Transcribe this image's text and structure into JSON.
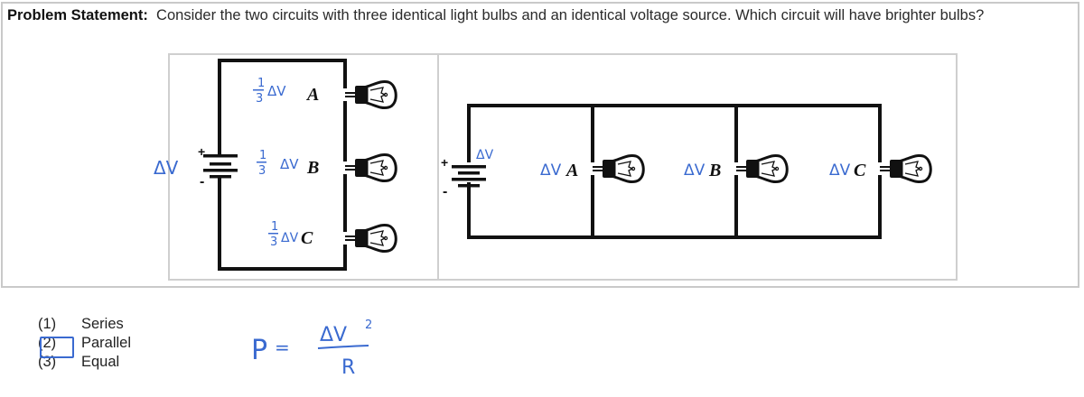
{
  "problem": {
    "label": "Problem Statement:",
    "text": "Consider the two circuits with three identical light bulbs and an identical voltage source. Which circuit will have brighter bulbs?"
  },
  "series_circuit": {
    "source_annotation": "ΔV",
    "plus": "+",
    "minus": "-",
    "bulbs": [
      {
        "label": "A",
        "annotation_fraction": "1/3",
        "annotation_num": "1",
        "annotation_den": "3",
        "annotation_text": "ΔV"
      },
      {
        "label": "B",
        "annotation_fraction": "1/3",
        "annotation_num": "1",
        "annotation_den": "3",
        "annotation_text": "ΔV"
      },
      {
        "label": "C",
        "annotation_fraction": "1/3",
        "annotation_num": "1",
        "annotation_den": "3",
        "annotation_text": "ΔV"
      }
    ]
  },
  "parallel_circuit": {
    "source_annotation": "ΔV",
    "plus": "+",
    "minus": "-",
    "bulbs": [
      {
        "label": "A",
        "annotation_text": "ΔV"
      },
      {
        "label": "B",
        "annotation_text": "ΔV"
      },
      {
        "label": "C",
        "annotation_text": "ΔV"
      }
    ]
  },
  "choices": [
    {
      "number": "(1)",
      "label": "Series",
      "selected": false
    },
    {
      "number": "(2)",
      "label": "Parallel",
      "selected": true
    },
    {
      "number": "(3)",
      "label": "Equal",
      "selected": false
    }
  ],
  "handwritten_formula": {
    "lhs": "P",
    "equals": "=",
    "numerator": "ΔV",
    "exponent": "2",
    "denominator": "R"
  },
  "colors": {
    "ink_annotation": "#3a6ad0",
    "wire": "#111111",
    "box_border": "#c9c9c9"
  }
}
